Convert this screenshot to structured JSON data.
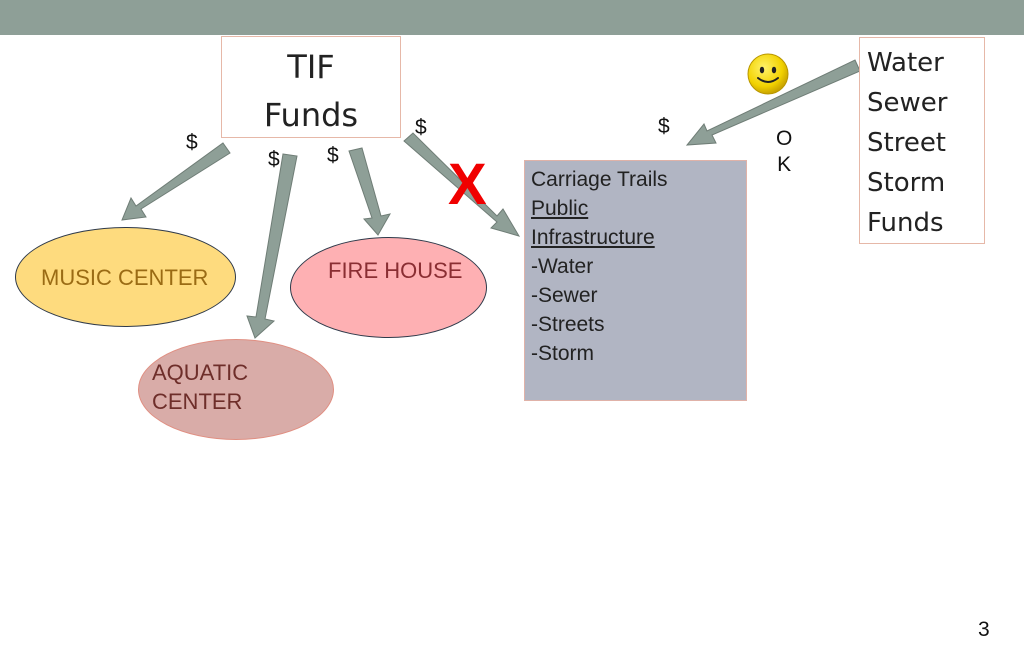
{
  "tif": {
    "line1": "TIF",
    "line2": "Funds"
  },
  "funds_box": {
    "lines": [
      "Water",
      "Sewer",
      "Street",
      "Storm",
      "Funds"
    ]
  },
  "carriage": {
    "title": "Carriage Trails",
    "sub1": "Public",
    "sub2": "Infrastructure",
    "items": [
      "-Water",
      "-Sewer",
      "-Streets",
      "-Storm"
    ]
  },
  "nodes": {
    "music": "MUSIC CENTER",
    "fire": "FIRE HOUSE",
    "aquatic_line1": "AQUATIC",
    "aquatic_line2": "CENTER"
  },
  "dollars": [
    "$",
    "$",
    "$",
    "$",
    "$"
  ],
  "ok": {
    "l1": "O",
    "l2": "K"
  },
  "x_mark": "X",
  "page_number": "3",
  "colors": {
    "top_bar": "#8e9f97",
    "arrow": "#8e9f97",
    "music_fill": "#fedb7e",
    "fire_fill": "#feb0b3",
    "aquatic_fill": "#d9aca8",
    "carriage_fill": "#b1b5c3",
    "x_mark": "#f00000"
  },
  "icons": {
    "smiley": "smiley-face-icon"
  }
}
